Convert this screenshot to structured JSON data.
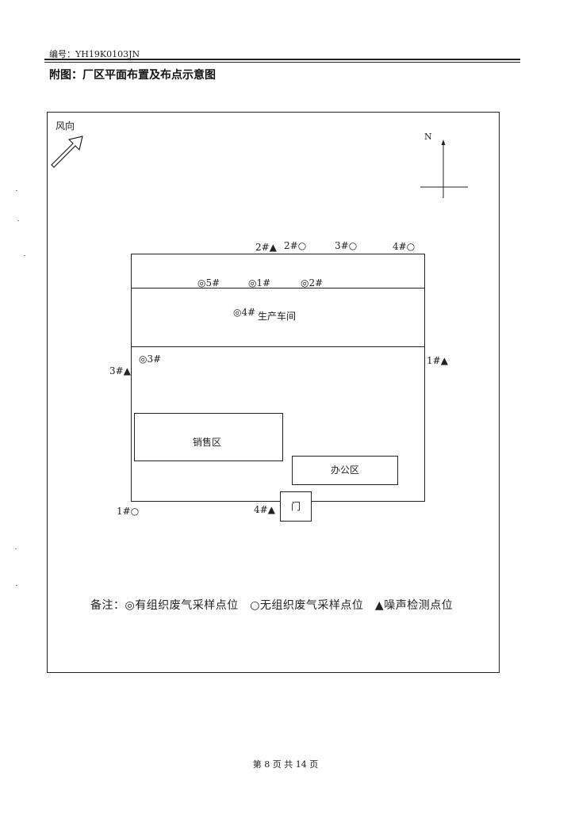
{
  "header": {
    "doc_number": "编号：YH19K0103JN",
    "title": "附图：厂区平面布置及布点示意图"
  },
  "map": {
    "wind_label": "风向",
    "north_label": "N",
    "areas": {
      "workshop": "生产车间",
      "sales": "销售区",
      "office": "办公区",
      "gate": "门"
    },
    "points": {
      "noise_2": "2#▲",
      "unorg_2": "2#○",
      "unorg_3": "3#○",
      "unorg_4": "4#○",
      "org_5": "◎5#",
      "org_1": "◎1#",
      "org_2": "◎2#",
      "org_4": "◎4#",
      "org_3": "◎3#",
      "noise_3": "3#▲",
      "noise_1": "1#▲",
      "unorg_1": "1#○",
      "noise_4": "4#▲"
    },
    "legend": "备注：◎有组织废气采样点位　○无组织废气采样点位　▲噪声检测点位"
  },
  "footer": {
    "page": "第 8 页 共 14 页"
  }
}
